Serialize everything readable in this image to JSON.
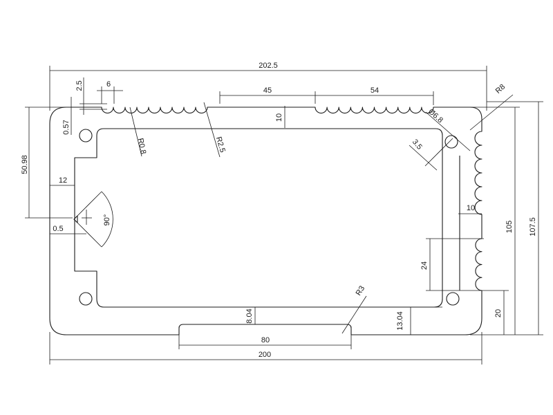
{
  "colors": {
    "line": "#1a1a1a",
    "background": "#ffffff"
  },
  "dimensions": {
    "overall_width_top": "202.5",
    "overall_width_bottom": "200",
    "top_flat_45": "45",
    "top_ribs_54": "54",
    "rib_pitch_6": "6",
    "rib_depth_2_5": "2.5",
    "rib_offset_0_57": "0.57",
    "left_height_50_98": "50.98",
    "left_wall_12": "12",
    "left_offset_0_5": "0.5",
    "slot_angle": "90°",
    "radius_r0_8": "R0.8",
    "radius_r2_5": "R2.5",
    "top_wall_10": "10",
    "hole_dia": "Ø6.8",
    "hole_3_5": "3.5",
    "radius_r8": "R8",
    "right_wall_10": "10",
    "height_105": "105",
    "height_107_5": "107.5",
    "right_ribs_24": "24",
    "right_20": "20",
    "bottom_13_04": "13.04",
    "bottom_8_04": "8.04",
    "bottom_slot_80": "80",
    "radius_r3": "R3"
  }
}
